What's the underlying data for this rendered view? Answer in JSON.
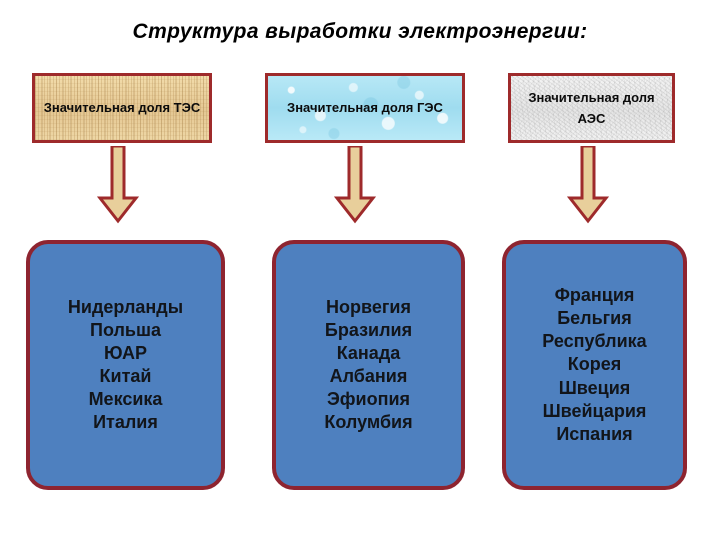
{
  "slide": {
    "title": "Структура выработки электроэнергии:",
    "background_color": "#ffffff",
    "accent_border_color": "#9e2a2b",
    "box_fill_color": "#4e80bf",
    "arrow_fill_color": "#e8cf9b",
    "arrow_outline_color": "#9e2a2b"
  },
  "sources": [
    {
      "id": "tes",
      "label": "Значительная доля ТЭС",
      "texture": "wood-texture",
      "arrow_icon": "down-arrow-icon"
    },
    {
      "id": "ges",
      "label": "Значительная доля ГЭС",
      "texture": "water-texture",
      "arrow_icon": "down-arrow-icon"
    },
    {
      "id": "aes",
      "label": "Значительная доля АЭС",
      "texture": "concrete-texture",
      "arrow_icon": "down-arrow-icon"
    }
  ],
  "groups": [
    {
      "id": "tes-countries",
      "countries": [
        "Нидерланды",
        "Польша",
        "ЮАР",
        "Китай",
        "Мексика",
        "Италия"
      ]
    },
    {
      "id": "ges-countries",
      "countries": [
        "Норвегия",
        "Бразилия",
        "Канада",
        "Албания",
        "Эфиопия",
        "Колумбия"
      ]
    },
    {
      "id": "aes-countries",
      "countries": [
        "Франция",
        "Бельгия",
        "Республика",
        "Корея",
        "Швеция",
        "Швейцария",
        "Испания"
      ]
    }
  ]
}
